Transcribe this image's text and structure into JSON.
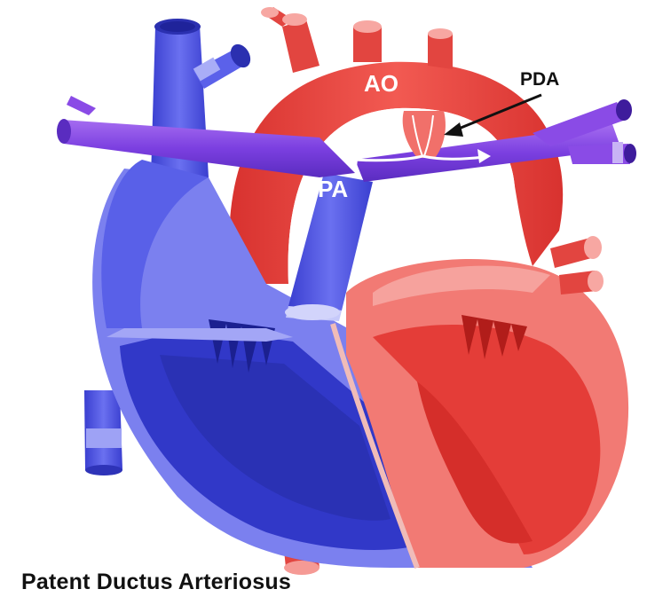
{
  "labels": {
    "ao": "AO",
    "pda": "PDA",
    "pa": "PA"
  },
  "caption": "Patent Ductus Arteriosus",
  "colors": {
    "oxygenated_red": "#ef4a45",
    "oxygenated_light": "#f58a84",
    "deoxygenated_blue": "#4a53e6",
    "deoxygenated_light": "#8e90f2",
    "mixed_purple": "#8a4be6",
    "background": "#ffffff"
  }
}
